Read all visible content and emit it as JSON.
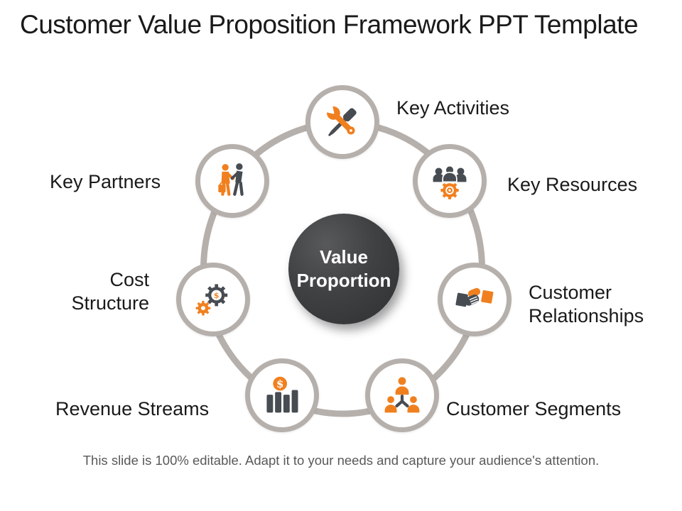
{
  "slide": {
    "title": "Customer Value Proposition Framework PPT Template",
    "footer_note": "This slide is 100% editable. Adapt it to your needs and capture your audience's attention."
  },
  "center_circle": {
    "line1": "Value",
    "line2": "Proportion"
  },
  "nodes": [
    {
      "id": "key-activities",
      "label": "Key Activities",
      "icon": "tools-icon"
    },
    {
      "id": "key-resources",
      "label": "Key Resources",
      "icon": "team-gear-icon"
    },
    {
      "id": "customer-relationships",
      "label": "Customer Relationships",
      "line1": "Customer",
      "line2": "Relationships",
      "icon": "handshake-icon"
    },
    {
      "id": "customer-segments",
      "label": "Customer Segments",
      "icon": "org-people-icon"
    },
    {
      "id": "revenue-streams",
      "label": "Revenue Streams",
      "icon": "bar-chart-dollar-icon"
    },
    {
      "id": "cost-structure",
      "label": "Cost Structure",
      "line1": "Cost",
      "line2": "Structure",
      "icon": "gears-dollar-icon"
    },
    {
      "id": "key-partners",
      "label": "Key Partners",
      "icon": "partners-icon"
    }
  ],
  "glyphs": {
    "dollar": "$"
  },
  "colors": {
    "orange": "#F0801F",
    "dark_gray": "#474C52",
    "ring_gray": "#B6B0AC",
    "center_dark": "#3A3C3E",
    "label_black": "#1A1A1A",
    "footer_gray": "#595959"
  }
}
